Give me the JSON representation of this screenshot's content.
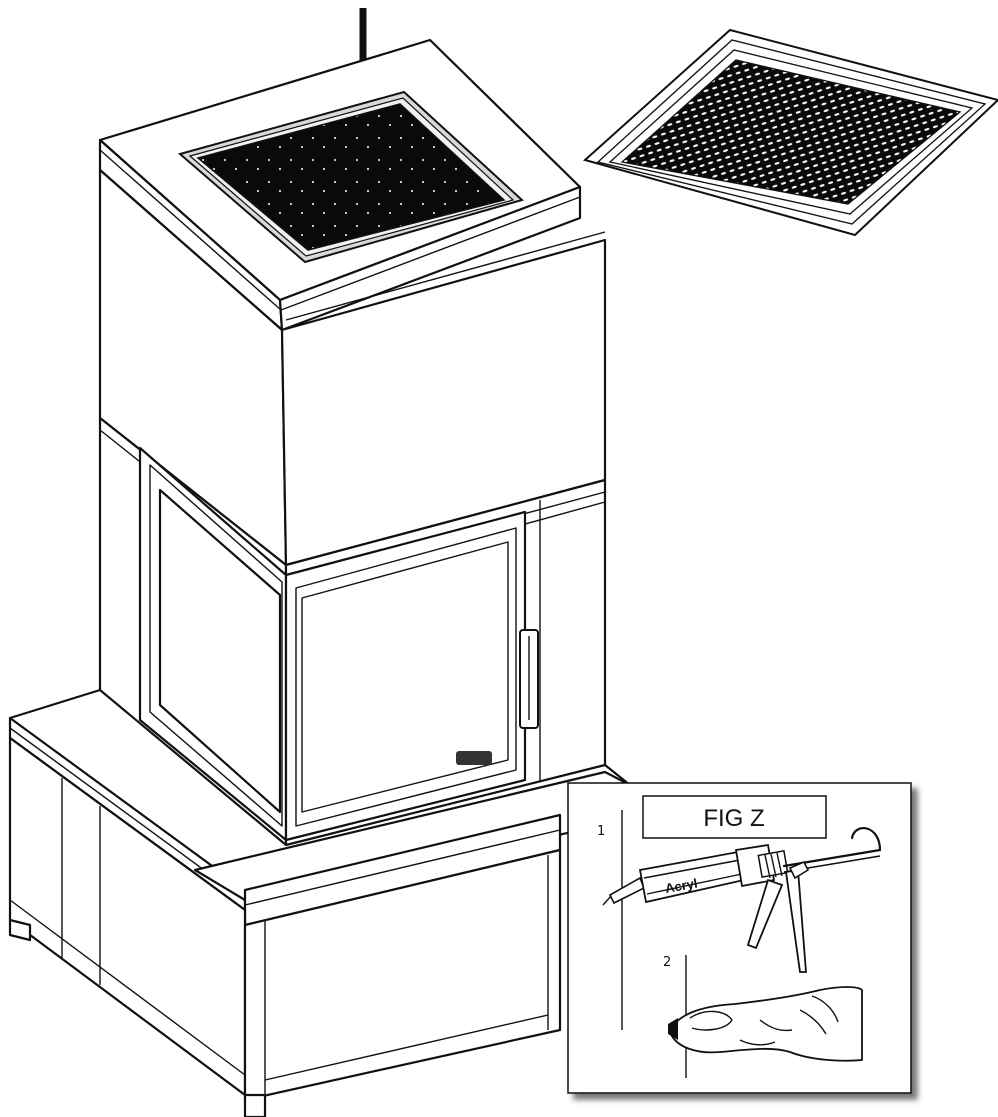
{
  "figure": {
    "inset_title": "FIG Z",
    "step_1": "1",
    "step_2": "2",
    "tube_label": "Acryl"
  }
}
